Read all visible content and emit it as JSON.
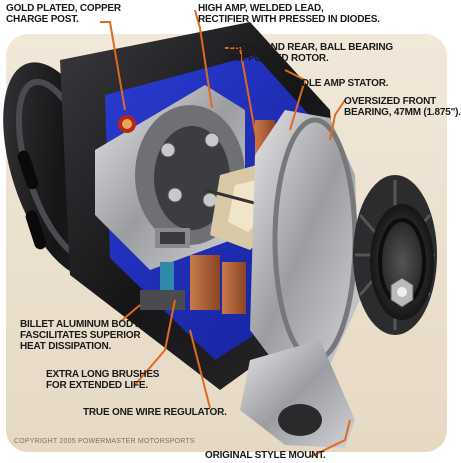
{
  "callouts": {
    "charge_post": [
      "GOLD PLATED, COPPER",
      "CHARGE POST."
    ],
    "welded_lead": [
      "HIGH AMP, WELDED LEAD,",
      "RECTIFIER WITH PRESSED IN DIODES."
    ],
    "ball_bearing_rotor": [
      "FRONT AND REAR, BALL BEARING",
      "SUPPORTED ROTOR."
    ],
    "stator": [
      "60 IDLE AMP STATOR."
    ],
    "front_bearing": [
      "OVERSIZED FRONT",
      "BEARING, 47MM (1.875\")."
    ],
    "aluminum_body": [
      "BILLET ALUMINUM BODY",
      "FASCILITATES SUPERIOR",
      "HEAT DISSIPATION."
    ],
    "brushes": [
      "EXTRA LONG BRUSHES",
      "FOR EXTENDED LIFE."
    ],
    "regulator": [
      "TRUE ONE WIRE REGULATOR."
    ],
    "mount": [
      "ORIGINAL STYLE MOUNT."
    ]
  },
  "copyright": "COPYRIGHT 2005 POWERMASTER MOTORSPORTS",
  "colors": {
    "background": "#ece1cf",
    "body_black": "#1b1b1d",
    "cutaway_blue": "#1f2fb5",
    "silver": "#a8a9ad",
    "copper": "#b5643a",
    "callout_arrow": "#e06a1b"
  }
}
